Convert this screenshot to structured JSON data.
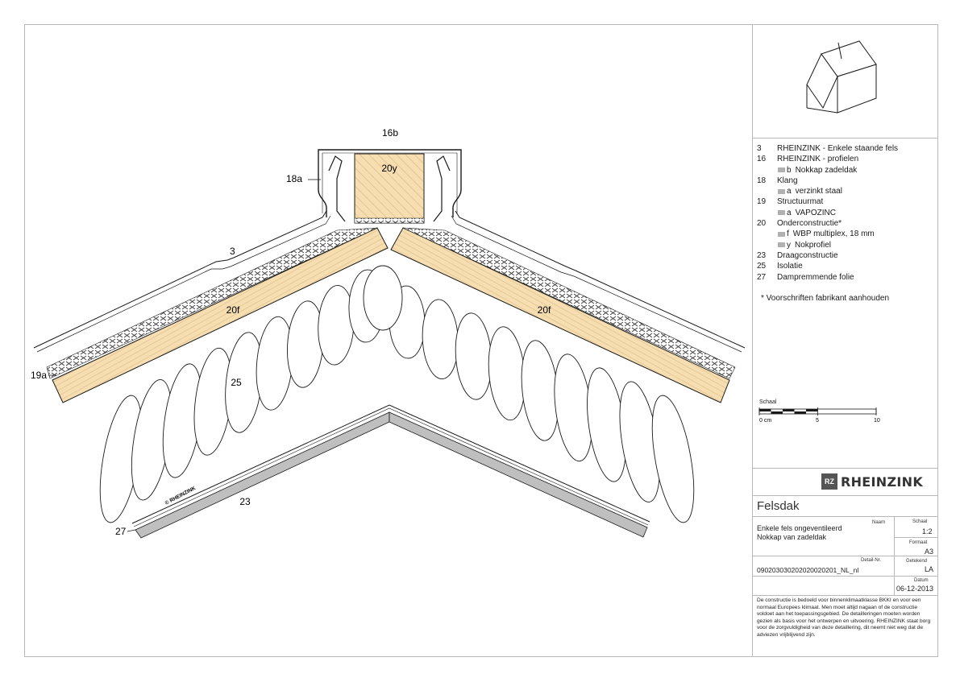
{
  "drawing": {
    "labels": {
      "l16b": "16b",
      "l18a": "18a",
      "l20y": "20y",
      "l3": "3",
      "l20f_left": "20f",
      "l20f_right": "20f",
      "l19a": "19a",
      "l25": "25",
      "l23": "23",
      "l27": "27",
      "watermark": "© RHEINZINK"
    },
    "colors": {
      "wood": "#f7deb0",
      "wood_grain": "#d9b98a",
      "insulation_fill": "#ffffff",
      "structure": "#bfbfbf",
      "line": "#1a1a1a"
    }
  },
  "legend": {
    "items": [
      {
        "num": "3",
        "text": "RHEINZINK - Enkele staande fels"
      },
      {
        "num": "16",
        "text": "RHEINZINK - profielen"
      },
      {
        "sub": "b",
        "text": "Nokkap zadeldak"
      },
      {
        "num": "18",
        "text": "Klang"
      },
      {
        "sub": "a",
        "text": "verzinkt staal"
      },
      {
        "num": "19",
        "text": "Structuurmat"
      },
      {
        "sub": "a",
        "text": "VAPOZINC"
      },
      {
        "num": "20",
        "text": "Onderconstructie*"
      },
      {
        "sub": "f",
        "text": "WBP multiplex, 18 mm"
      },
      {
        "sub": "y",
        "text": "Nokprofiel"
      },
      {
        "num": "23",
        "text": "Draagconstructie"
      },
      {
        "num": "25",
        "text": "Isolatie"
      },
      {
        "num": "27",
        "text": "Dampremmende folie"
      }
    ],
    "note": "*  Voorschriften fabrikant aanhouden"
  },
  "scale_bar": {
    "title": "Schaal",
    "ticks": [
      "0 cm",
      "5",
      "10"
    ]
  },
  "title_block": {
    "brand": "RHEINZINK",
    "brand_mark": "RZ",
    "project": "Felsdak",
    "naam_label": "Naam",
    "naam_line1": "Enkele fels ongeventileerd",
    "naam_line2": "Nokkap van zadeldak",
    "schaal_label": "Schaal",
    "schaal_value": "1:2",
    "formaat_label": "Formaat",
    "formaat_value": "A3",
    "detail_label": "Detail-Nr.",
    "detail_value": "090203030202020020201_NL_nl",
    "getekend_label": "Getekend",
    "getekend_value": "LA",
    "datum_label": "Datum",
    "datum_value": "06-12-2013",
    "disclaimer": "De constructie is bedoeld voor binnenklimaatklasse BKKI en voor een normaal Europees klimaat. Men moet altijd nagaan of de constructie voldoet aan het toepassingsgebied. De detailleringen moeten worden gezien als basis voor het ontwerpen en uitvoering. RHEINZINK staat borg voor de zorgvuldigheid van deze detaillering, dit neemt niet weg dat de adviezen vrijblijvend zijn."
  }
}
